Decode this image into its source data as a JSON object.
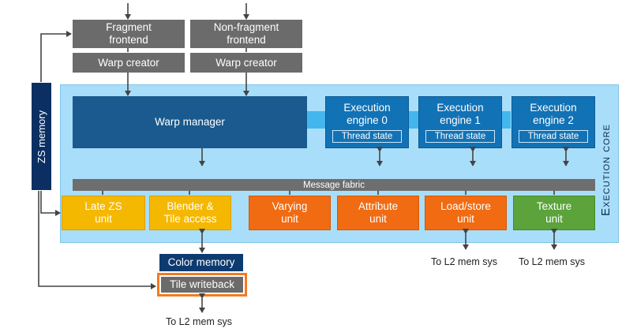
{
  "blocks": {
    "fragment_frontend": [
      "Fragment",
      "frontend"
    ],
    "nonfragment_frontend": [
      "Non-fragment",
      "frontend"
    ],
    "warp_creator_1": "Warp creator",
    "warp_creator_2": "Warp creator",
    "warp_manager": "Warp manager",
    "engines": [
      {
        "title": [
          "Execution",
          "engine 0"
        ],
        "thread": "Thread state"
      },
      {
        "title": [
          "Execution",
          "engine 1"
        ],
        "thread": "Thread state"
      },
      {
        "title": [
          "Execution",
          "engine 2"
        ],
        "thread": "Thread state"
      }
    ],
    "message_fabric": "Message fabric",
    "late_zs": [
      "Late ZS",
      "unit"
    ],
    "blender": [
      "Blender &",
      "Tile access"
    ],
    "varying": [
      "Varying",
      "unit"
    ],
    "attribute": [
      "Attribute",
      "unit"
    ],
    "loadstore": [
      "Load/store",
      "unit"
    ],
    "texture": [
      "Texture",
      "unit"
    ],
    "zs_memory": "ZS memory",
    "color_memory": "Color memory",
    "tile_writeback": "Tile writeback",
    "execution_core": "Execution core"
  },
  "labels": {
    "to_l2_loadstore": "To L2 mem sys",
    "to_l2_texture": "To L2 mem sys",
    "to_l2_tile": "To L2 mem sys"
  },
  "colors": {
    "core_panel": "#a9defa",
    "gray_block": "#6b6b6b",
    "warp_manager": "#1a5a8e",
    "engine": "#1272b6",
    "navy": "#0d3b70",
    "yellow_unit": "#f5b800",
    "orange_unit": "#f16b12",
    "green_unit": "#5ba33a",
    "highlight_border": "#f47a20"
  }
}
